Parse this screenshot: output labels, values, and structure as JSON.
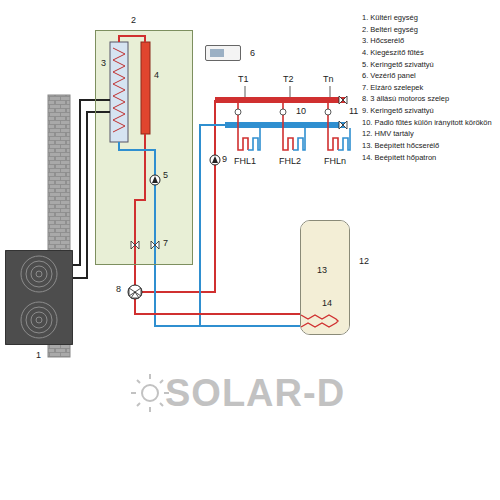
{
  "diagram": {
    "nodes": [
      {
        "text": [
          "1"
        ]
      },
      {
        "text": [
          "2"
        ]
      },
      {
        "text": [
          "6"
        ]
      },
      {
        "text": [
          "12",
          "13"
        ]
      }
    ],
    "edges": [
      {
        "from": 0,
        "to": 1,
        "arrow": "none"
      },
      {
        "from": 1,
        "to": 3,
        "arrow": "none"
      }
    ],
    "labels": [
      "3",
      "4",
      "5",
      "7",
      "8",
      "9",
      "T1",
      "T2",
      "Tn",
      "10",
      "11",
      "FHL1",
      "FHL2",
      "FHLn",
      "14",
      "1. Kültéri egység",
      "2. Beltéri egység",
      "3. Hőcserélő",
      "4. Kiegészítő fűtés",
      "5. Keringető szivattyú",
      "6. Vezérlő panel",
      "7. Elzáró szelepek",
      "8. 3 állású motoros szelep",
      "9. Keringető szivattyú",
      "10. Padló fűtés külön irányított körökön",
      "12. HMV tartály",
      "13. Beépített hőcserélő",
      "14. Beépített hőpatron",
      "SOLAR-D"
    ]
  }
}
